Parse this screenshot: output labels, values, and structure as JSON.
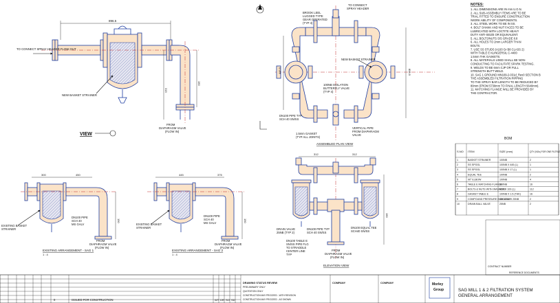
{
  "drawing": {
    "notes_title": "NOTES:",
    "notes": [
      "1. ALL DIMENSIONS ARE IN mm U.O.N.",
      "2. ALL SUB-ASSEMBLY ITEMS ARE TO BE",
      "   TRIAL FITTED TO ENSURE CONSTRUCTION",
      "   /WORK ABILITY OF COMPONENTS.",
      "3. ALL STEEL WORK TO BE IN SS.",
      "4. BOLT SHANK AND NUT FACES TO BE",
      "   LUBRICATED WITH LOCTITE HEAVY",
      "   DUTY ANTI-SEIZE OR EQUIVALENT.",
      "5. ALL BOLTS/NUTS S/S GRADE 8.8",
      "6. ALL HOLES TO 2mm LARGER THAN",
      "   BOLTS.",
      "7. USE SS STUDS (A193 Gr B8 CLASS 2)",
      "   WITH TABLE E KLINGERSIL C-4400",
      "   1.5mm THK GASKETS.",
      "8. ALL MATERIALS USED SHALL BE NON-",
      "   CONDUCTING TO FACILITATE SPARK TESTING.",
      "9. WELDS TO BE 6mm CJP OR FULL",
      "   STRENGTH BUTT WELD.",
      "10. SAG 1 GROUND MN109-2-031d_Rev0 SECTION B",
      "    THE ASSEMBLED FILTRATION PIPPING",
      "    TO THE SPRAY BAR LENGTH TO BE REDUCED BY",
      "    80mm (FROM 5730mm TO FINAL LENGTH 5640mm).",
      "11. MATCHING FLANGE WILL BE PROVIDED BY",
      "    THE CONTRACTOR."
    ],
    "view_label": "VIEW",
    "assembled_plan_label": "ASSEMBLED PLAN VIEW",
    "elevation_label": "ELEVATION VIEW",
    "existing_sag1_label": "EXISTING ARRANGEMENT - SAG 1",
    "existing_sag2_label": "EXISTING ARRANGEMENT - SAG 2",
    "scale_1_4": "1 : 4",
    "scale_1_4b": "1 : 4",
    "dims": {
      "top_width": "896.5",
      "d150": "150",
      "d315": "315",
      "d300": "300",
      "d450": "450",
      "d445": "445",
      "d375": "375",
      "d312a": "312",
      "d312b": "312",
      "d8955": "895.5",
      "d4455": "445.5",
      "d150b": "150",
      "d150c": "150",
      "d150d": "150",
      "d150e": "150",
      "d150f": "150"
    },
    "callouts": {
      "to_connect_spray_header_flow_out": "TO CONNECT\nSPRAY HEADER\nFLOW OUT",
      "new_basket_strainer_a": "NEW BASKET STRAINER",
      "from_diaphragm_valve_a": "FROM\nDIAPHRAGM VALVE\n(FLOW IN)",
      "brook_leel": "BROOK LEEL\nLUGGED TYPE\nGEAR OPERATED\n(TYP 4)",
      "to_connect_spray_header_top": "TO CONNECT\nSPRAY HEADER",
      "new_basket_strainer_b": "NEW BASKET STRAINER",
      "isolation_valve": "100NB ISOLATION\nBUTTERFLY VALVE\n(TYP 4)",
      "dn100_pipe_a": "DN100 PIPE TYP\nSCH 40 SN/SS",
      "gasket": "1.5mm GASKET\n(TYP ALL JOINTS)",
      "vertical_pipe": "VERTICAL PIPE\nFROM DIAPHRAGM\nVALVE",
      "existing_basket_1": "EXISTING BASKET\nSTRAINER",
      "dn100_galv_1": "DN100 PIPE\nSCH 40\nMS GALV",
      "from_diaphragm_1": "FROM\nDIAPHRAGM VALVE\n(FLOW IN)",
      "existing_basket_2": "EXISTING BASKET\nSTRAINER",
      "dn100_galv_2": "DN100 PIPE\nSCH 40\nMS GALV",
      "from_diaphragm_2": "FROM\nDIAPHRAGM VALVE\n(FLOW IN)",
      "drain_valve": "DRAIN VALVE\n25NB (TYP 2)",
      "dn100_pipe_b": "DN100 PIPE TYP\nSCH 40 SN/SS",
      "dn100_equal_tee": "DN100 EQUAL TEE\nSCH40 SN/SS",
      "dn100_table_e": "DN100 TABLE E\nSN/SS PIPE FLG\nTO STRADDLE\nCENTER LINE\nTYP",
      "from_diaphragm_elev": "FROM\nDIAPHRAGM VALVE\n(FLOW IN)"
    },
    "bom": {
      "title": "BOM",
      "headers": [
        "S.NO",
        "ITEM",
        "SIZE (mm)",
        "QTY (NOs) FOR ONE FILTRATION SYSTEM"
      ],
      "rows": [
        [
          "1",
          "BASKET STRAINER",
          "100NB",
          "2"
        ],
        [
          "2",
          "SS SPOOL",
          "100NB X 445 (L)",
          "1"
        ],
        [
          "3",
          "SS SPOOL",
          "100NB X 17 (L)",
          "1"
        ],
        [
          "4",
          "EQUAL TEE",
          "100NB",
          "2"
        ],
        [
          "5",
          "90° ELBOW",
          "100NB",
          "4"
        ],
        [
          "6",
          "TABLE E MATCHING FLANGE",
          "100NB",
          "16"
        ],
        [
          "7",
          "BOLTS & NUTS WITH WASHERS",
          "M16 X 100 (L)",
          "112"
        ],
        [
          "8",
          "GASKET TABLE E",
          "100NB X 1.5 (THK)",
          "16"
        ],
        [
          "9",
          "COMPOUND PRESSURE INDICATOR",
          "100 DIAL X 25NB",
          "2"
        ],
        [
          "10",
          "DRAIN BALL VALVE",
          "25NB",
          "2"
        ]
      ]
    },
    "title_block": {
      "title_line1": "SAG MILL 1 & 2 FILTRATION SYSTEM",
      "title_line2": "GENERAL ARRANGEMENT",
      "logo_text": "Morley\nGroup",
      "rev_row": "ISSUED FOR CONSTRUCTION",
      "rev_letter": "0",
      "rev_date": "DATE",
      "drawing_status": "DRAWING STATUS REVIEW",
      "company": "COMPANY",
      "preliminary": "PRELIMINARY ONLY",
      "quotation": "QUOTATION ONLY",
      "construction_a": "CONSTRUCTION MAY PROCEED - WITH REVISION",
      "construction_b": "CONSTRUCTION MAY PROCEED - AS SHOWN",
      "contract_number": "CONTRACT NUMBER",
      "reference_documents": "REFERENCE DOCUMENTS",
      "rev_no_label": "REV NO",
      "initials": [
        "WT",
        "DR",
        "SO",
        "SD"
      ]
    }
  }
}
